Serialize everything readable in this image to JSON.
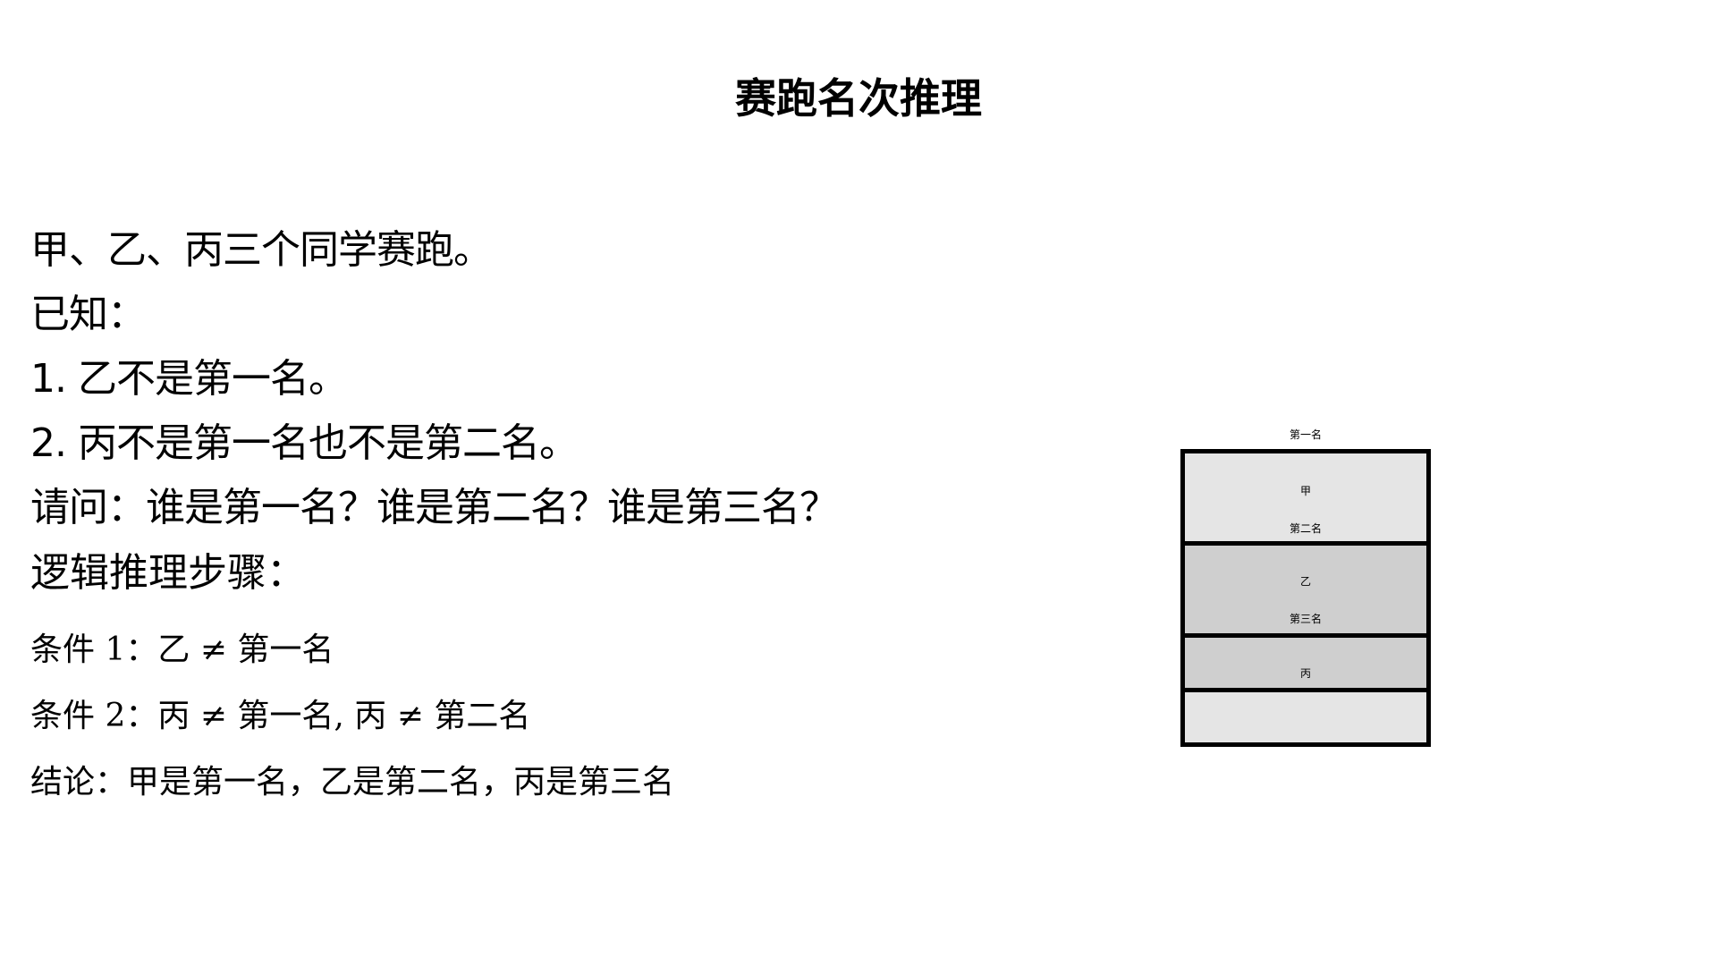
{
  "title": "赛跑名次推理",
  "problem": {
    "lines": [
      "甲、乙、丙三个同学赛跑。",
      "已知：",
      "1. 乙不是第一名。",
      "2. 丙不是第一名也不是第二名。",
      "请问：谁是第一名？谁是第二名？谁是第三名？"
    ]
  },
  "steps": {
    "heading": "逻辑推理步骤：",
    "lines": [
      "条件 1：乙 ≠ 第一名",
      "条件 2：丙 ≠ 第一名, 丙 ≠ 第二名",
      "结论：甲是第一名，乙是第二名，丙是第三名"
    ]
  },
  "diagram": {
    "top_label": "第一名",
    "boxes": [
      {
        "name": "甲",
        "sub_label": "第二名",
        "color": "#e5e5e5"
      },
      {
        "name": "乙",
        "sub_label": "第三名",
        "color": "#cfcfcf"
      },
      {
        "name": "丙",
        "sub_label": "",
        "color": "#cfcfcf"
      },
      {
        "name": "",
        "sub_label": "",
        "color": "#e5e5e5"
      }
    ]
  }
}
